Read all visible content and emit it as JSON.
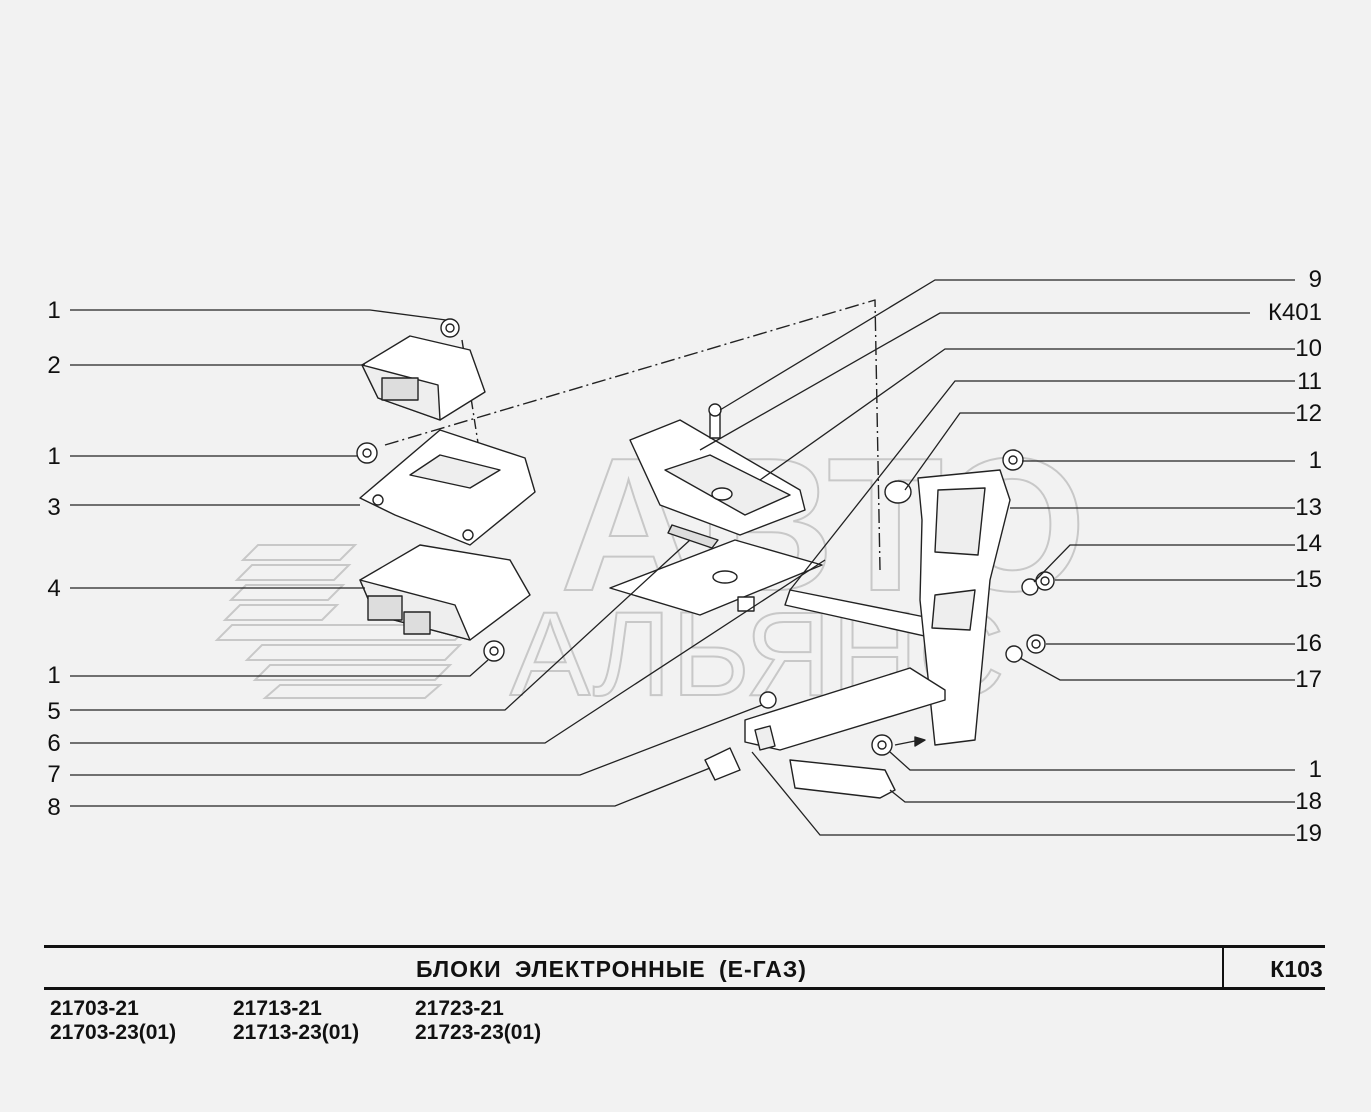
{
  "title": "БЛОКИ   ЭЛЕКТРОННЫЕ  (Е-ГАЗ)",
  "code": "К103",
  "watermark": {
    "line1": "АВТО",
    "line2": "АЛЬЯНС"
  },
  "callouts_left": [
    "1",
    "2",
    "1",
    "3",
    "4",
    "1",
    "5",
    "6",
    "7",
    "8"
  ],
  "callouts_right": [
    "9",
    "К401",
    "10",
    "11",
    "12",
    "1",
    "13",
    "14",
    "15",
    "16",
    "17",
    "1",
    "18",
    "19"
  ],
  "models": [
    [
      "21703-21",
      "21703-23(01)"
    ],
    [
      "21713-21",
      "21713-23(01)"
    ],
    [
      "21723-21",
      "21723-23(01)"
    ]
  ]
}
